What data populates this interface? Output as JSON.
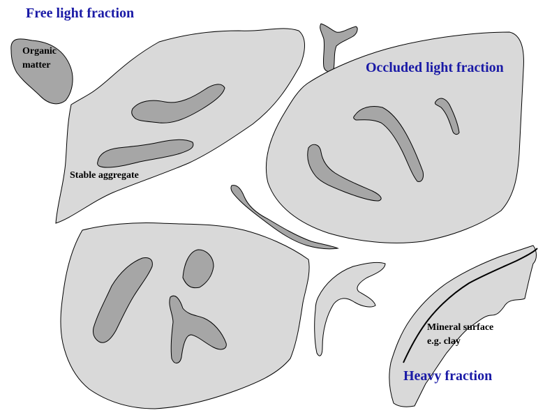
{
  "diagram": {
    "labels": {
      "free_light_fraction": "Free light fraction",
      "organic_matter_line1": "Organic",
      "organic_matter_line2": "matter",
      "occluded_light_fraction": "Occluded light fraction",
      "stable_aggregate": "Stable aggregate",
      "mineral_surface_line1": "Mineral surface",
      "mineral_surface_line2": "e.g. clay",
      "heavy_fraction": "Heavy fraction"
    },
    "colors": {
      "aggregate_fill": "#d9d9d9",
      "organic_fill": "#a6a6a6",
      "outline": "#000000",
      "title_text": "#1a1aa6",
      "label_text": "#000000"
    }
  }
}
